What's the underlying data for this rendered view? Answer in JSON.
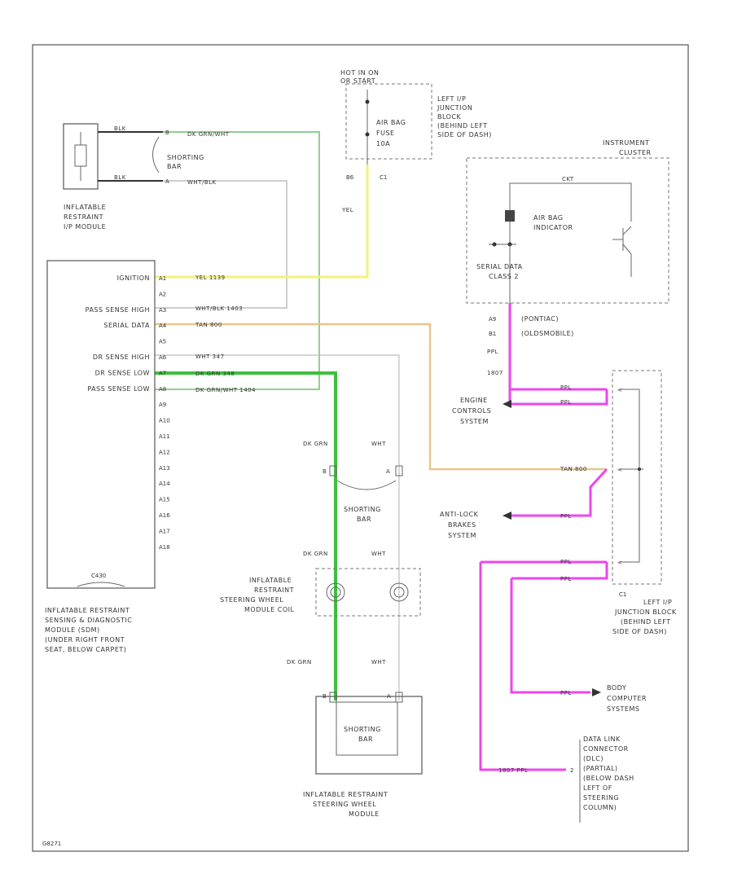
{
  "colors": {
    "dk_green_white": "#8fd08f",
    "dk_green": "#3cc03c",
    "yellow": "#f2f27a",
    "tan": "#e8c58a",
    "purple": "#ee44ee",
    "white_wire": "#bdbdbd",
    "black_wire": "#333333"
  },
  "fuse_block": {
    "title": [
      "HOT IN ON",
      "OR START"
    ],
    "location": [
      "LEFT I/P",
      "JUNCTION",
      "BLOCK",
      "(BEHIND LEFT",
      "SIDE OF DASH)"
    ],
    "fuse": [
      "AIR BAG",
      "FUSE",
      "10A"
    ],
    "pin_b": "B6",
    "conn": "C1",
    "wire": "YEL"
  },
  "ip_module": {
    "wire_top": "BLK",
    "wire_bottom": "BLK",
    "pin_a": "A",
    "pin_b": "B",
    "label": [
      "INFLATABLE",
      "RESTRAINT",
      "I/P MODULE"
    ]
  },
  "shorting_bar_top": [
    "SHORTING",
    "BAR"
  ],
  "top_wires": {
    "upper": "DK GRN/WHT",
    "lower": "WHT/BLK"
  },
  "sdm": {
    "rows": [
      {
        "name": "IGNITION",
        "pin": "A1"
      },
      {
        "name": "",
        "pin": "A2"
      },
      {
        "name": "PASS SENSE HIGH",
        "pin": "A3"
      },
      {
        "name": "SERIAL DATA",
        "pin": "A4"
      },
      {
        "name": "",
        "pin": "A5"
      },
      {
        "name": "DR SENSE HIGH",
        "pin": "A6"
      },
      {
        "name": "DR SENSE LOW",
        "pin": "A7"
      },
      {
        "name": "PASS SENSE LOW",
        "pin": "A8"
      },
      {
        "name": "",
        "pin": "A9"
      },
      {
        "name": "",
        "pin": "A10"
      },
      {
        "name": "",
        "pin": "A11"
      },
      {
        "name": "",
        "pin": "A12"
      },
      {
        "name": "",
        "pin": "A13"
      },
      {
        "name": "",
        "pin": "A14"
      },
      {
        "name": "",
        "pin": "A15"
      },
      {
        "name": "",
        "pin": "A16"
      },
      {
        "name": "",
        "pin": "A17"
      },
      {
        "name": "",
        "pin": "A18"
      }
    ],
    "wires": [
      "YEL 1139",
      "WHT/BLK 1403",
      "TAN 800",
      "WHT 347",
      "DK GRN 348",
      "DK GRN/WHT 1404"
    ],
    "bottom_conn": "C430",
    "label": [
      "INFLATABLE RESTRAINT",
      "SENSING & DIAGNOSTIC",
      "MODULE (SDM)",
      "(UNDER RIGHT FRONT",
      "SEAT, BELOW CARPET)"
    ]
  },
  "cluster": {
    "title": [
      "INSTRUMENT",
      "CLUSTER"
    ],
    "ckt": "CKT",
    "indicator": [
      "AIR BAG",
      "INDICATOR"
    ],
    "serial": [
      "SERIAL DATA",
      "CLASS 2"
    ],
    "pin_a9": "A9",
    "pontiac": "(PONTIAC)",
    "pin_b1": "B1",
    "olds": "(OLDSMOBILE)",
    "wire": "PPL",
    "ckt_no": "1807"
  },
  "right_side": {
    "ppl": "PPL",
    "tan_wire": "TAN 800",
    "engine": [
      "ENGINE",
      "CONTROLS",
      "SYSTEM"
    ],
    "abs": [
      "ANTI-LOCK",
      "BRAKES",
      "SYSTEM"
    ],
    "jb_conn": "C1",
    "jb_label": [
      "LEFT I/P",
      "JUNCTION BLOCK",
      "(BEHIND LEFT",
      "SIDE OF DASH)"
    ],
    "body": [
      "BODY",
      "COMPUTER",
      "SYSTEMS"
    ],
    "dlc_wire": "1807 PPL",
    "dlc_pin": "2",
    "dlc": [
      "DATA LINK",
      "CONNECTOR",
      "(DLC)",
      "(PARTIAL)",
      "(BELOW DASH",
      "LEFT OF",
      "STEERING",
      "COLUMN)"
    ]
  },
  "steering": {
    "wire_green": "DK GRN",
    "wire_white": "WHT",
    "pin_b": "B",
    "pin_a": "A",
    "shorting_bar": [
      "SHORTING",
      "BAR"
    ],
    "coil": [
      "INFLATABLE",
      "RESTRAINT",
      "STEERING WHEEL",
      "MODULE COIL"
    ],
    "module_shorting": [
      "SHORTING",
      "BAR"
    ],
    "module": [
      "INFLATABLE RESTRAINT",
      "STEERING WHEEL",
      "MODULE"
    ]
  },
  "footer_code": "G8271"
}
